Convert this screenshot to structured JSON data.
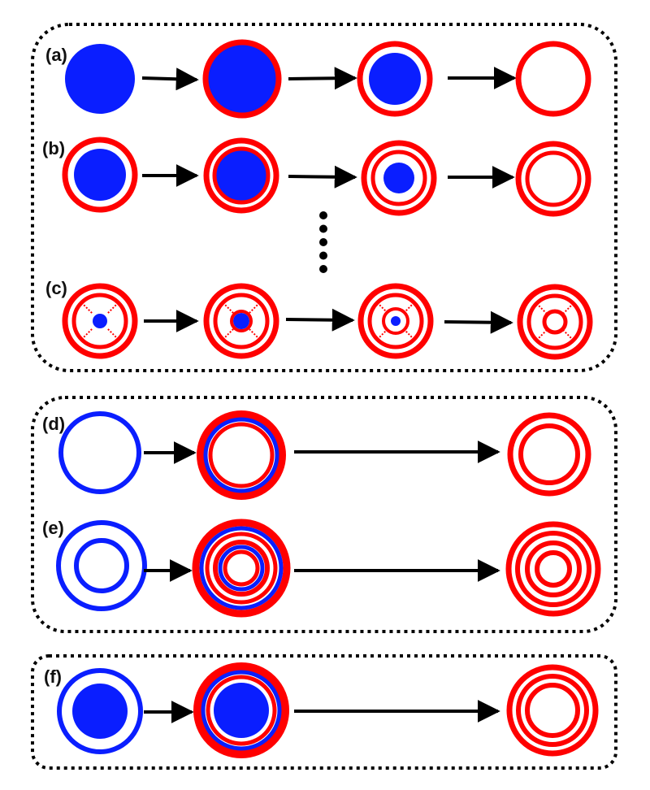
{
  "colors": {
    "blue": "#0a1eff",
    "red": "#ff0000",
    "black": "#000000",
    "white": "#ffffff"
  },
  "groups": [
    {
      "id": "group-1",
      "rows": [
        "a",
        "b",
        "c"
      ]
    },
    {
      "id": "group-2",
      "rows": [
        "d",
        "e"
      ]
    },
    {
      "id": "group-3",
      "rows": [
        "f"
      ]
    }
  ],
  "rows": [
    {
      "id": "a",
      "label": "(a)",
      "stages": [
        {
          "rings": [],
          "core": "blue-large"
        },
        {
          "rings": [
            "red-outer"
          ],
          "core": "blue-large"
        },
        {
          "rings": [
            "red-outer"
          ],
          "core": "blue-medium"
        },
        {
          "rings": [
            "red-outer"
          ],
          "core": "none"
        }
      ]
    },
    {
      "id": "b",
      "label": "(b)",
      "stages": [
        {
          "rings": [
            "red-outer"
          ],
          "core": "blue-medium"
        },
        {
          "rings": [
            "red-outer",
            "red-inner"
          ],
          "core": "blue-medium"
        },
        {
          "rings": [
            "red-outer",
            "red-inner"
          ],
          "core": "blue-small"
        },
        {
          "rings": [
            "red-outer",
            "red-inner"
          ],
          "core": "none"
        }
      ]
    },
    {
      "id": "c",
      "label": "(c)",
      "stages": [
        {
          "rings": [
            "red-outer",
            "red-inner"
          ],
          "core": "blue-dot",
          "dotted": true
        },
        {
          "rings": [
            "red-outer",
            "red-inner",
            "red-core-ring"
          ],
          "core": "blue-dot",
          "dotted": true
        },
        {
          "rings": [
            "red-outer",
            "red-inner",
            "red-core-ring"
          ],
          "core": "blue-tiny",
          "dotted": true
        },
        {
          "rings": [
            "red-outer",
            "red-inner",
            "red-core-ring"
          ],
          "core": "none",
          "dotted": true
        }
      ]
    },
    {
      "id": "d",
      "label": "(d)",
      "stages": [
        {
          "rings": [
            "blue-outer"
          ],
          "core": "none"
        },
        {
          "rings": [
            "red-mixed-thick"
          ],
          "core": "none"
        },
        {
          "rings": [
            "red-double"
          ],
          "core": "none"
        }
      ]
    },
    {
      "id": "e",
      "label": "(e)",
      "stages": [
        {
          "rings": [
            "blue-outer",
            "blue-inner"
          ],
          "core": "none"
        },
        {
          "rings": [
            "red-mixed-double"
          ],
          "core": "none"
        },
        {
          "rings": [
            "red-quad"
          ],
          "core": "none"
        }
      ]
    },
    {
      "id": "f",
      "label": "(f)",
      "stages": [
        {
          "rings": [
            "blue-outer"
          ],
          "core": "blue-large"
        },
        {
          "rings": [
            "red-mixed-thick"
          ],
          "core": "blue-large"
        },
        {
          "rings": [
            "red-triple"
          ],
          "core": "none"
        }
      ]
    }
  ],
  "ellipsis": {
    "dots": 5
  }
}
